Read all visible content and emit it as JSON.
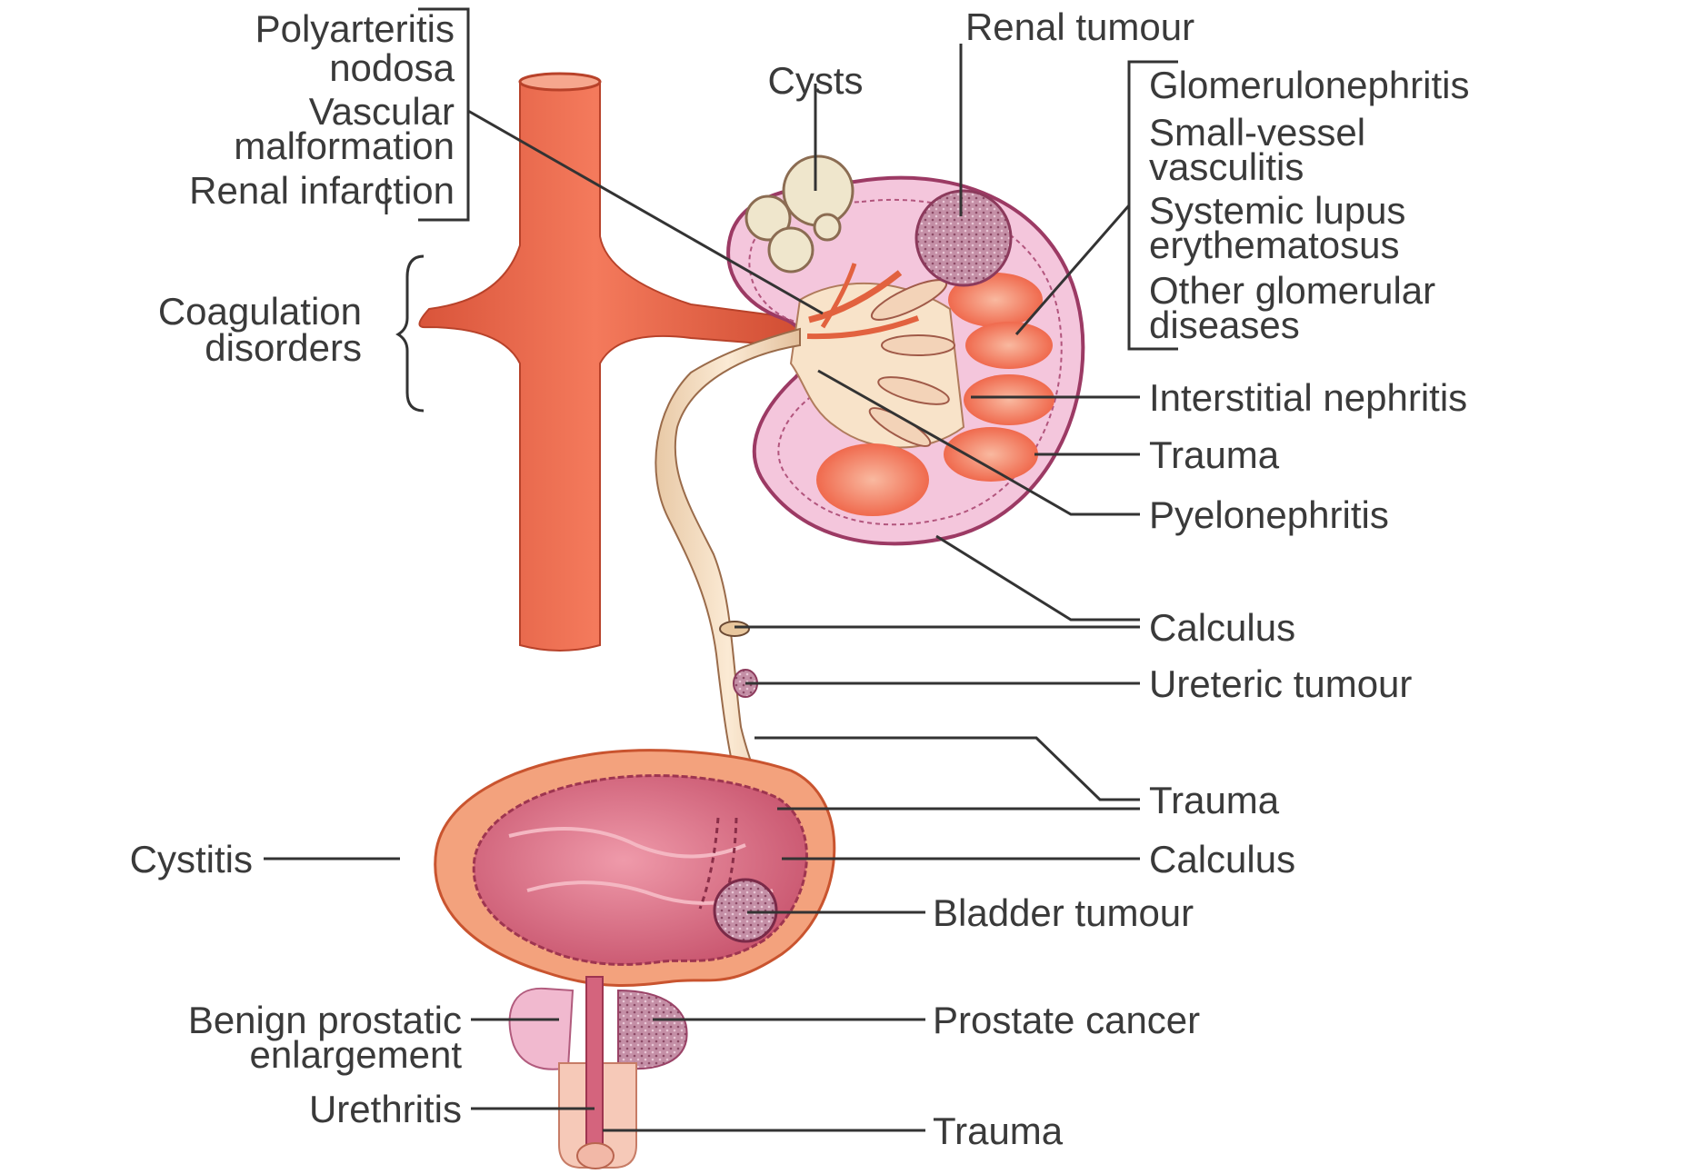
{
  "labels": {
    "polyarteritis_1": "Polyarteritis",
    "polyarteritis_2": "nodosa",
    "vascular_1": "Vascular",
    "vascular_2": "malformation",
    "renal_infarction": "Renal infarction",
    "coagulation_1": "Coagulation",
    "coagulation_2": "disorders",
    "cysts": "Cysts",
    "renal_tumour": "Renal tumour",
    "glomerulonephritis": "Glomerulonephritis",
    "small_vessel_1": "Small-vessel",
    "small_vessel_2": "vasculitis",
    "sle_1": "Systemic lupus",
    "sle_2": "erythematosus",
    "other_glom_1": "Other glomerular",
    "other_glom_2": "diseases",
    "interstitial_nephritis": "Interstitial nephritis",
    "trauma_kidney": "Trauma",
    "pyelonephritis": "Pyelonephritis",
    "calculus_ureter": "Calculus",
    "ureteric_tumour": "Ureteric tumour",
    "trauma_ureter": "Trauma",
    "calculus_bladder": "Calculus",
    "cystitis": "Cystitis",
    "bladder_tumour": "Bladder tumour",
    "bph_1": "Benign prostatic",
    "bph_2": "enlargement",
    "prostate_cancer": "Prostate cancer",
    "urethritis": "Urethritis",
    "trauma_urethra": "Trauma"
  },
  "colors": {
    "artery": "#ef6a4c",
    "artery_dark": "#c9482d",
    "kidney_cortex": "#f4c6dc",
    "kidney_outline": "#9c3a64",
    "pelvis": "#f8e3c9",
    "cyst": "#efe6cc",
    "bladder_wall": "#f3a27d",
    "bladder_lumen": "#d96e86",
    "prostate": "#f1b9cf"
  }
}
